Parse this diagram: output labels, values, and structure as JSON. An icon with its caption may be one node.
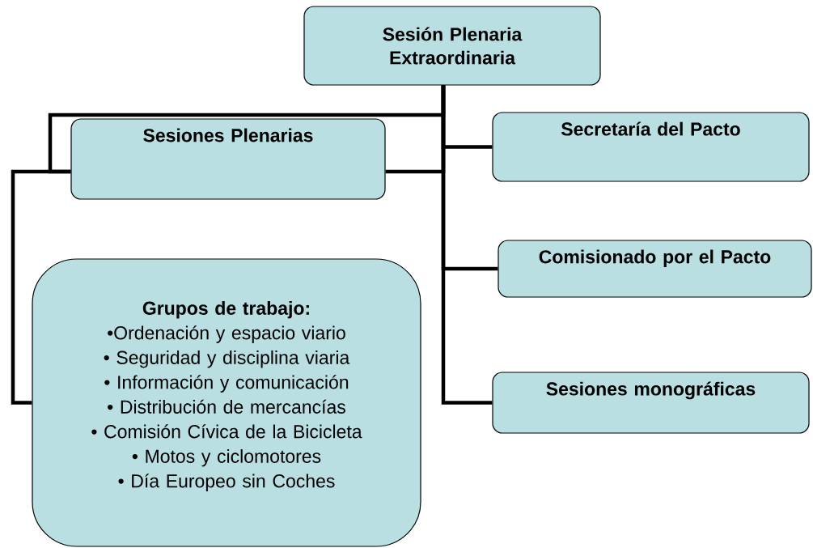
{
  "diagram": {
    "nodes": [
      {
        "text": [
          "Sesión Plenaria Extraordinaria"
        ]
      },
      {
        "text": [
          "Sesiones Plenarias"
        ]
      },
      {
        "text": [
          "Secretaría del Pacto"
        ]
      },
      {
        "text": [
          "Comisionado por el Pacto"
        ]
      },
      {
        "text": [
          "Grupos de trabajo:",
          "•Ordenación y espacio viario",
          "• Seguridad y disciplina viaria",
          "• Información y comunicación",
          "• Distribución de mercancías",
          "• Comisión Cívica de la Bicicleta",
          "• Motos y ciclomotores",
          "• Día Europeo sin Coches"
        ]
      },
      {
        "text": [
          "Sesiones monográficas"
        ]
      }
    ],
    "edges": [
      {
        "from": 0,
        "to": 1,
        "arrow": "none"
      },
      {
        "from": 0,
        "to": 2,
        "arrow": "none"
      },
      {
        "from": 0,
        "to": 3,
        "arrow": "none"
      },
      {
        "from": 0,
        "to": 5,
        "arrow": "none"
      },
      {
        "from": 1,
        "to": 0,
        "arrow": "none"
      },
      {
        "from": 1,
        "to": 4,
        "arrow": "none"
      }
    ]
  }
}
